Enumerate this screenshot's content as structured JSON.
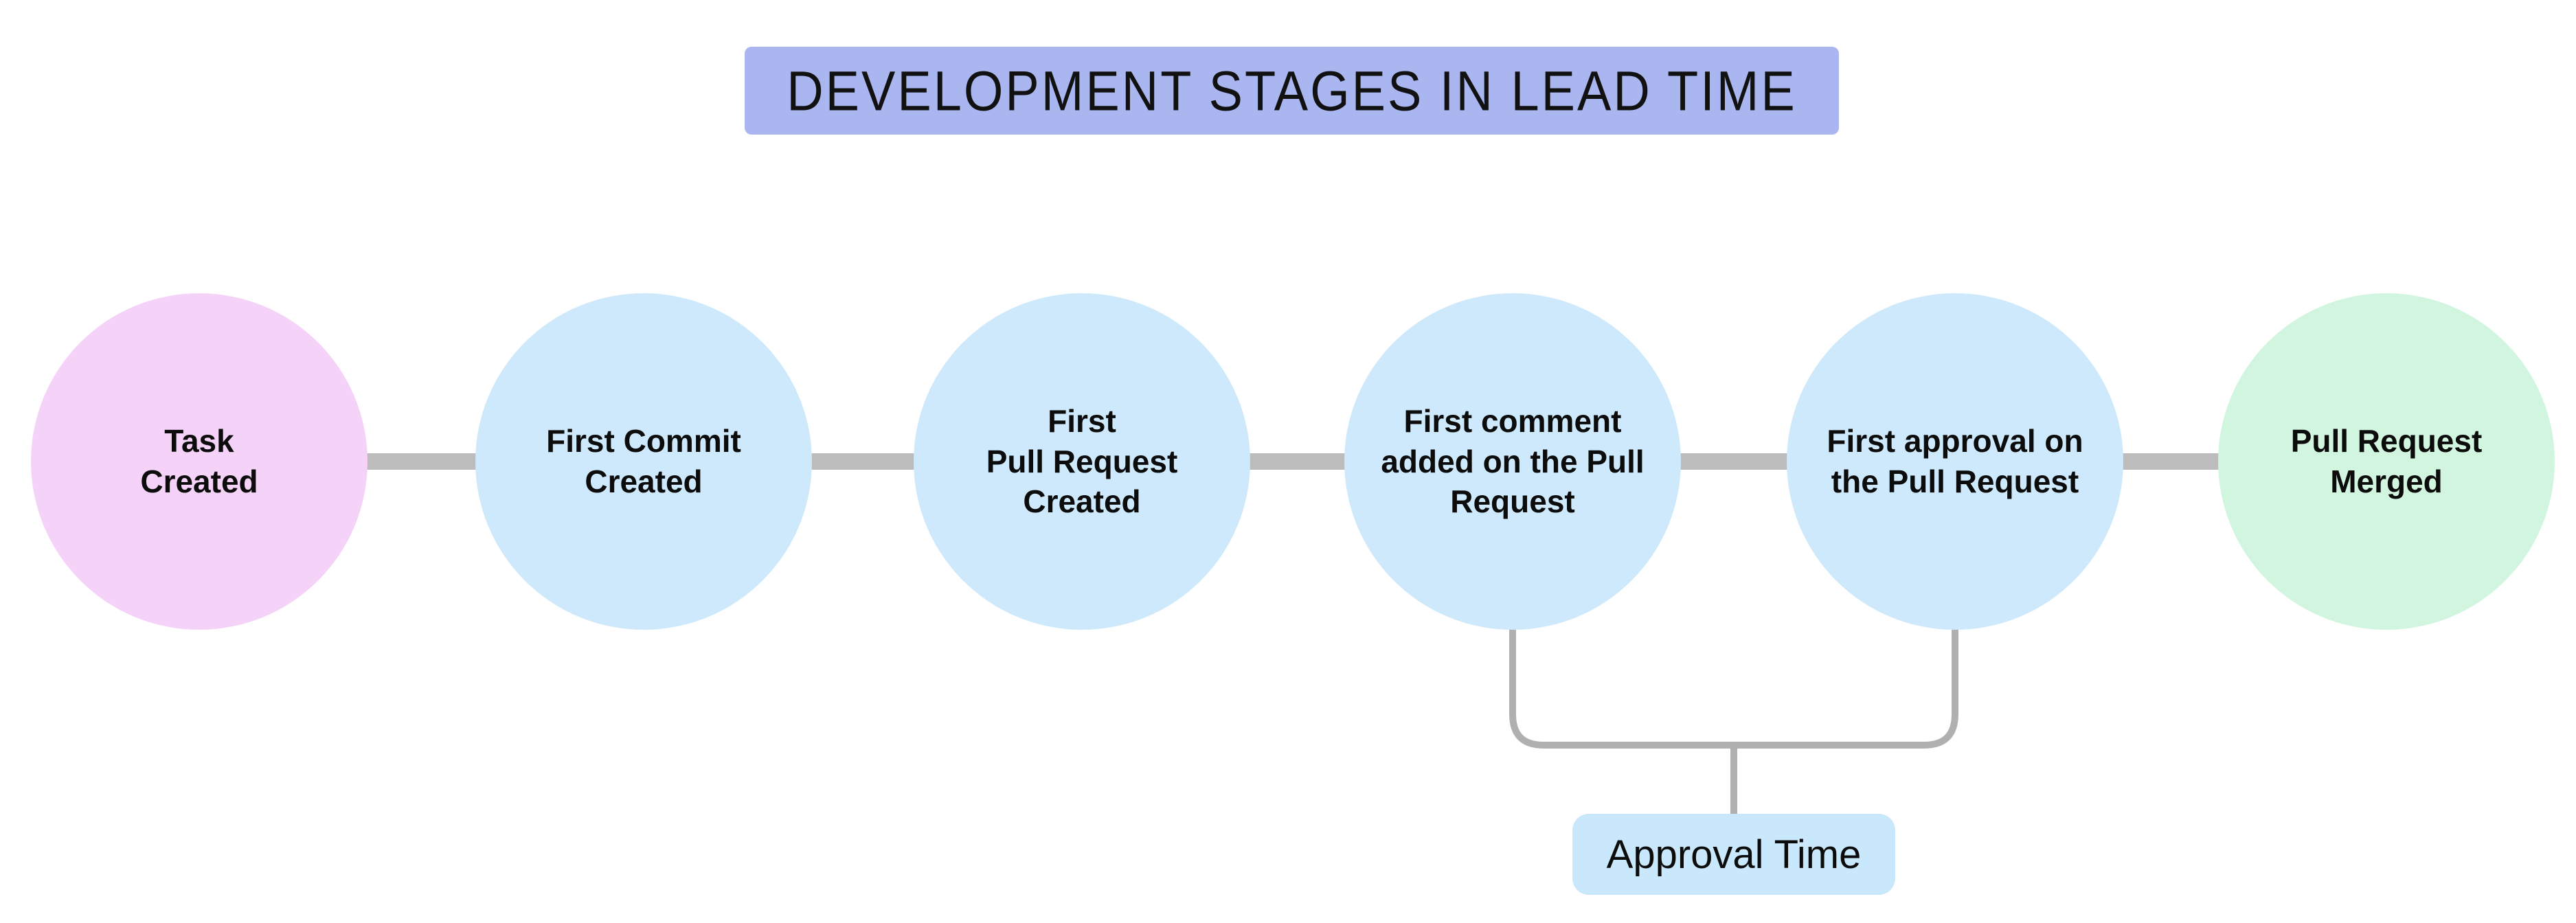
{
  "title": {
    "text": "DEVELOPMENT STAGES IN LEAD TIME",
    "bg": "#a9b6f0"
  },
  "stages": [
    {
      "label": "Task\nCreated",
      "color": "#f5d3f9",
      "role": "start"
    },
    {
      "label": "First Commit\nCreated",
      "color": "#cde9fb",
      "role": "middle"
    },
    {
      "label": "First\nPull Request\nCreated",
      "color": "#cde9fb",
      "role": "middle"
    },
    {
      "label": "First comment\nadded on the Pull\nRequest",
      "color": "#cde9fb",
      "role": "middle"
    },
    {
      "label": "First approval on\nthe Pull Request",
      "color": "#cde9fb",
      "role": "middle"
    },
    {
      "label": "Pull Request\nMerged",
      "color": "#d1f5de",
      "role": "end"
    }
  ],
  "annotation": {
    "label": "Approval Time",
    "bg": "#c9e8fb",
    "spans_from": "First comment added on the Pull Request",
    "spans_to": "First approval on the Pull Request"
  },
  "colors": {
    "connector": "#bcbcbc",
    "bracket": "#b0b0b0",
    "text": "#0c0c0c"
  }
}
